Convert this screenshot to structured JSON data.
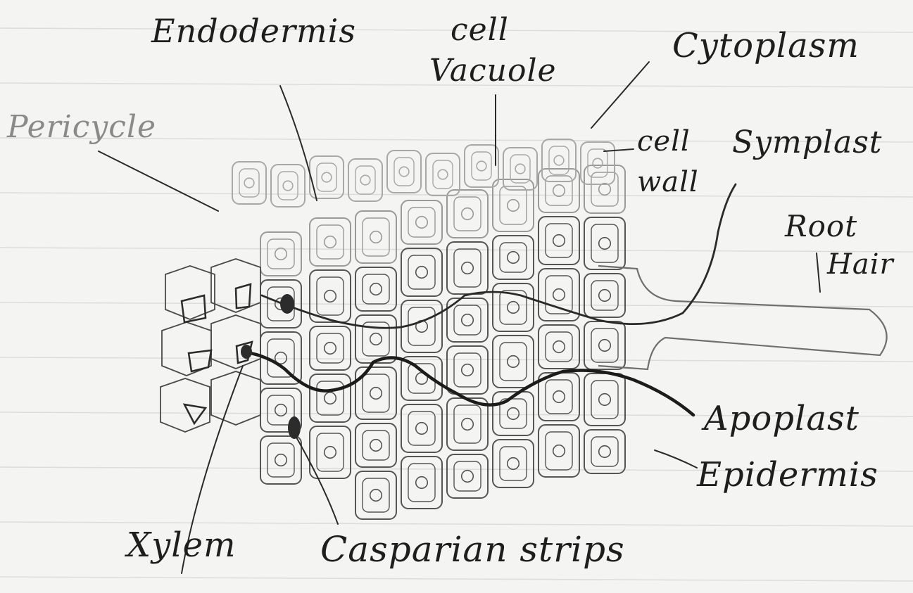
{
  "labels": {
    "endodermis": "Endodermis",
    "cell_vacuole_1": "cell",
    "cell_vacuole_2": "Vacuole",
    "cytoplasm": "Cytoplasm",
    "pericycle": "Pericycle",
    "cell_wall_1": "cell",
    "cell_wall_2": "wall",
    "symplast": "Symplast",
    "root_hair_1": "Root",
    "root_hair_2": "Hair",
    "apoplast": "Apoplast",
    "epidermis": "Epidermis",
    "xylem": "Xylem",
    "casparian_strips": "Casparian strips"
  },
  "colors": {
    "ink": "#1e1e1e",
    "pencil": "#7a7a7a",
    "faint_pencil": "#b8b8b8",
    "paper": "#f4f4f2",
    "ruled_line": "#dcdcdc"
  }
}
